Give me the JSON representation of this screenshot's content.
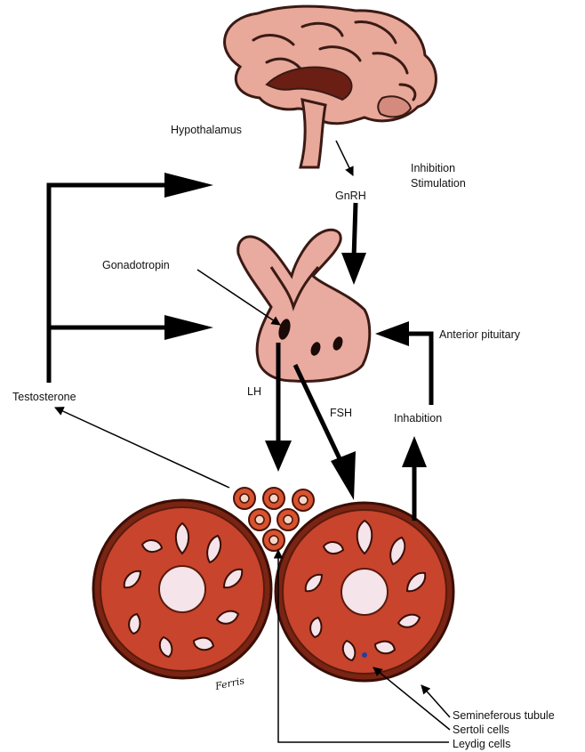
{
  "labels": {
    "hypothalamus": "Hypothalamus",
    "gnrh": "GnRH",
    "legend_inhibition": "Inhibition",
    "legend_stimulation": "Stimulation",
    "gonadotropin": "Gonadotropin",
    "anterior_pituitary": "Anterior pituitary",
    "testosterone": "Testosterone",
    "lh": "LH",
    "fsh": "FSH",
    "inhibition_hormone": "Inhabition",
    "seminiferous_tubule": "Semineferous tubule",
    "sertoli_cells": "Sertoli cells",
    "leydig_cells": "Leydig cells"
  },
  "signature": "Ferris",
  "colors": {
    "brain_fill": "#e8a89a",
    "brain_outline": "#3a1a14",
    "pituitary_fill": "#e9aaa0",
    "testis_fill": "#c8442c",
    "testis_dark": "#7a2414",
    "tubule_lumen": "#f5e4ea",
    "leydig_fill": "#d9532f",
    "arrow": "#000000"
  }
}
